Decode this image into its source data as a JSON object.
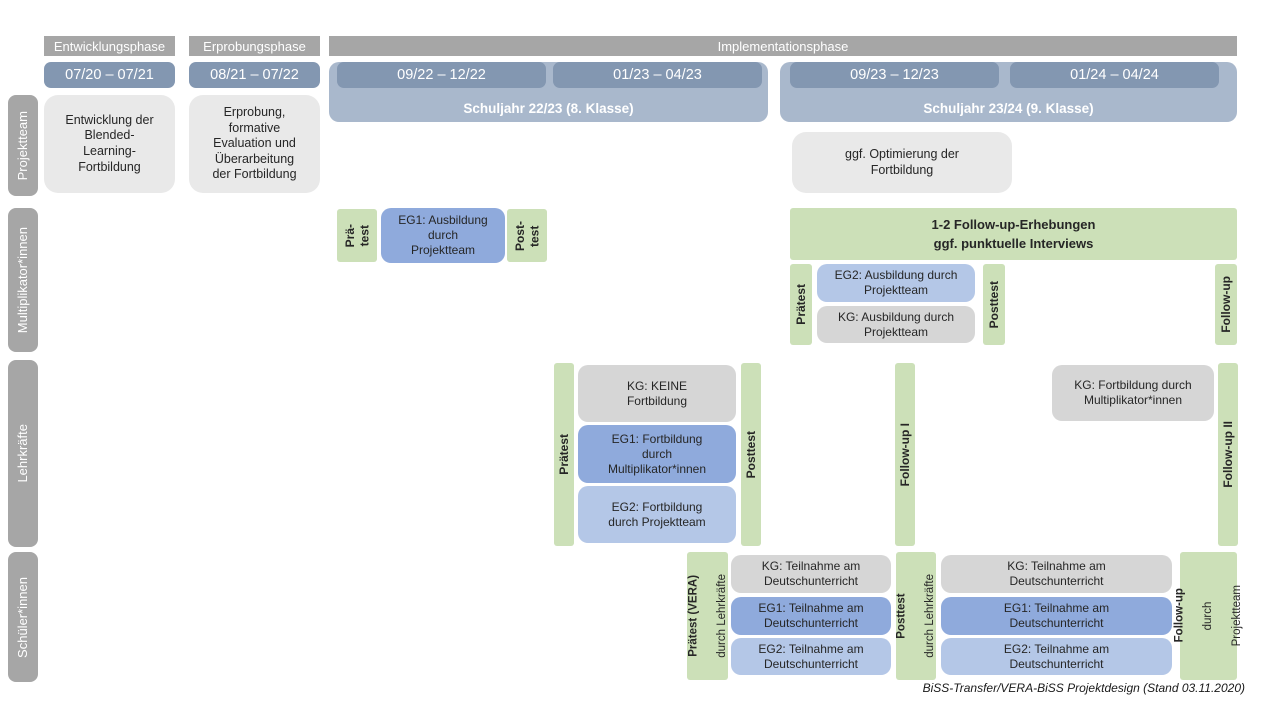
{
  "caption": "BiSS-Transfer/VERA-BiSS Projektdesign (Stand 03.11.2020)",
  "colors": {
    "header_gray": "#a6a6a6",
    "date_blue": "#8397b1",
    "schoolyear_band_blue": "#a9b8cc",
    "projektteam_box_gray": "#e9e9e9",
    "kg_gray": "#d6d6d6",
    "eg1_blue": "#8faadc",
    "eg2_blue": "#b4c7e7",
    "test_green": "#cce0b8"
  },
  "phases": {
    "p1": "Entwicklungsphase",
    "p2": "Erprobungsphase",
    "p3": "Implementationsphase"
  },
  "dates": {
    "d1": "07/20 – 07/21",
    "d2": "08/21 – 07/22",
    "d3": "09/22 – 12/22",
    "d4": "01/23 – 04/23",
    "d5": "09/23 – 12/23",
    "d6": "01/24 – 04/24"
  },
  "schoolyears": {
    "sj1": "Schuljahr 22/23 (8. Klasse)",
    "sj2": "Schuljahr 23/24 (9. Klasse)"
  },
  "row_labels": {
    "r1": "Projektteam",
    "r2": "Multiplikator*innen",
    "r3": "Lehrkräfte",
    "r4": "Schüler*innen"
  },
  "projektteam": {
    "entwicklung": "Entwicklung der\nBlended-\nLearning-\nFortbildung",
    "erprobung": "Erprobung,\nformative\nEvaluation und\nÜberarbeitung\nder Fortbildung",
    "optimierung": "ggf. Optimierung der\nFortbildung"
  },
  "multiplikatoren": {
    "praetest_v": "Prä-\ntest",
    "eg1": "EG1: Ausbildung\ndurch\nProjektteam",
    "posttest_v": "Post-\ntest",
    "followup_box": "1-2 Follow-up-Erhebungen\nggf. punktuelle Interviews",
    "praetest": "Prätest",
    "eg2": "EG2: Ausbildung durch\nProjektteam",
    "kg": "KG: Ausbildung durch\nProjektteam",
    "posttest": "Posttest",
    "followup": "Follow-up"
  },
  "lehrkraefte": {
    "praetest": "Prätest",
    "kg": "KG: KEINE\nFortbildung",
    "eg1": "EG1: Fortbildung\ndurch\nMultiplikator*innen",
    "eg2": "EG2: Fortbildung\ndurch Projektteam",
    "posttest": "Posttest",
    "followup1": "Follow-up I",
    "kg2": "KG: Fortbildung durch\nMultiplikator*innen",
    "followup2": "Follow-up II"
  },
  "schueler": {
    "praetest_bold": "Prätest (VERA)",
    "praetest_sub": "durch Lehrkräfte",
    "kg": "KG: Teilnahme am\nDeutschunterricht",
    "eg1": "EG1: Teilnahme am\nDeutschunterricht",
    "eg2": "EG2: Teilnahme am\nDeutschunterricht",
    "posttest_bold": "Posttest",
    "posttest_sub": "durch Lehrkräfte",
    "followup_bold": "Follow-up",
    "followup_sub1": "durch",
    "followup_sub2": "Projektteam"
  }
}
